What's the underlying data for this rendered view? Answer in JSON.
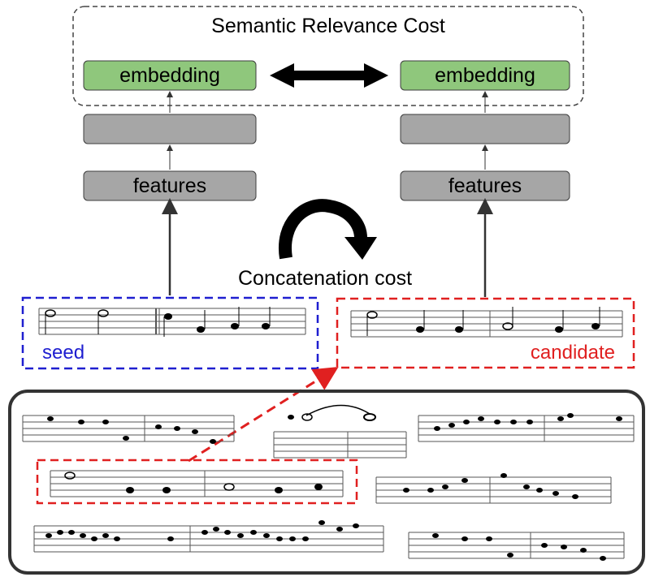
{
  "title": "Semantic Relevance Cost",
  "left_branch": {
    "embedding_label": "embedding",
    "hidden_label": "",
    "features_label": "features"
  },
  "right_branch": {
    "embedding_label": "embedding",
    "hidden_label": "",
    "features_label": "features"
  },
  "concatenation_label": "Concatenation cost",
  "seed_label": "seed",
  "candidate_label": "candidate",
  "colors": {
    "embedding_fill": "#8fc77c",
    "layer_fill": "#a6a6a6",
    "seed_border": "#1f1fd0",
    "candidate_border": "#e02020",
    "ink": "#000000"
  },
  "icons": [
    "double-headed-arrow",
    "curved-arrow",
    "music-staff"
  ]
}
